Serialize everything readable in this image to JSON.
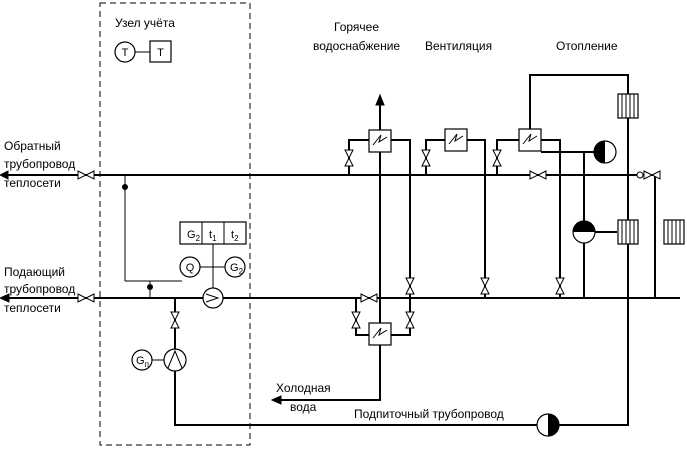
{
  "labels": {
    "metering_unit": "Узел учёта",
    "hot_water_1": "Горячее",
    "hot_water_2": "водоснабжение",
    "ventilation": "Вентиляция",
    "heating": "Отопление",
    "return_1": "Обратный",
    "return_2": "трубопровод",
    "return_3": "теплосети",
    "supply_1": "Подающий",
    "supply_2": "трубопровод",
    "supply_3": "теплосети",
    "cold_water_1": "Холодная",
    "cold_water_2": "вода",
    "makeup_line": "Подпиточный трубопровод"
  },
  "symbols": {
    "temp_circle": "T",
    "temp_box": "T",
    "g2": "G",
    "g2_sub": "2",
    "t1": "t",
    "t1_sub": "1",
    "t2": "t",
    "t2_sub": "2",
    "q": "Q",
    "g2_circle": "G",
    "g2_circle_sub": "2",
    "gp": "G",
    "gp_sub": "п"
  }
}
